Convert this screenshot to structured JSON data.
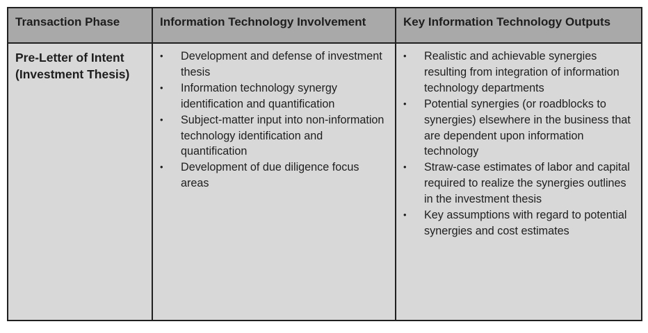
{
  "table": {
    "headers": [
      "Transaction Phase",
      "Information Technology Involvement",
      "Key Information Technology Outputs"
    ],
    "row": {
      "phase": "Pre-Letter of Intent (Investment Thesis)",
      "involvement": [
        "Development and defense of investment thesis",
        "Information technology synergy identification and quantification",
        "Subject-matter input into non-information technology identification and quantification",
        "Development of due diligence focus areas"
      ],
      "outputs": [
        "Realistic and achievable synergies resulting from integration of information technology departments",
        "Potential synergies (or roadblocks to synergies) elsewhere in the business that are dependent upon information technology",
        "Straw-case estimates of labor and capital required to realize the synergies outlines in the investment thesis",
        "Key assumptions with regard to potential synergies and cost estimates"
      ]
    }
  },
  "colors": {
    "header_bg": "#a9a9a9",
    "cell_bg": "#d8d8d8",
    "border": "#1f1f1f"
  }
}
